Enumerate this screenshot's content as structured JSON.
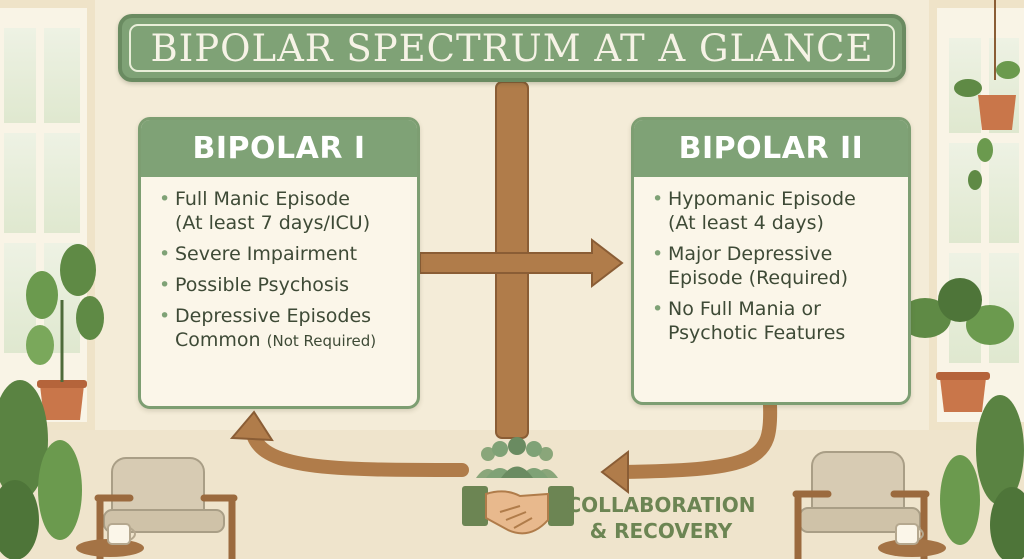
{
  "title": "BIPOLAR SPECTRUM AT A GLANCE",
  "bipolar_1": {
    "heading": "BIPOLAR I",
    "bullets": [
      {
        "lines": [
          "Full Manic Episode",
          "(At least 7 days/ICU)"
        ]
      },
      {
        "lines": [
          "Severe Impairment"
        ]
      },
      {
        "lines": [
          "Possible Psychosis"
        ]
      },
      {
        "lines": [
          "Depressive Episodes",
          "Common"
        ],
        "note": "(Not Required)"
      }
    ]
  },
  "bipolar_2": {
    "heading": "BIPOLAR II",
    "bullets": [
      {
        "lines": [
          "Hypomanic Episode",
          "(At least 4 days)"
        ]
      },
      {
        "lines": [
          "Major Depressive",
          "Episode (Required)"
        ]
      },
      {
        "lines": [
          "No Full Mania or",
          "Psychotic Features"
        ]
      }
    ]
  },
  "collaboration": {
    "line1": "COLLABORATION",
    "line2": "& RECOVERY"
  },
  "icons": [
    "people-group-icon",
    "handshake-icon",
    "plant-icon",
    "armchair-icon",
    "coffee-cup-icon",
    "window-icon"
  ],
  "colors": {
    "sage": "#7fa276",
    "wood": "#b07c4a",
    "cream": "#fbf6e9",
    "text": "#3e4a36"
  }
}
